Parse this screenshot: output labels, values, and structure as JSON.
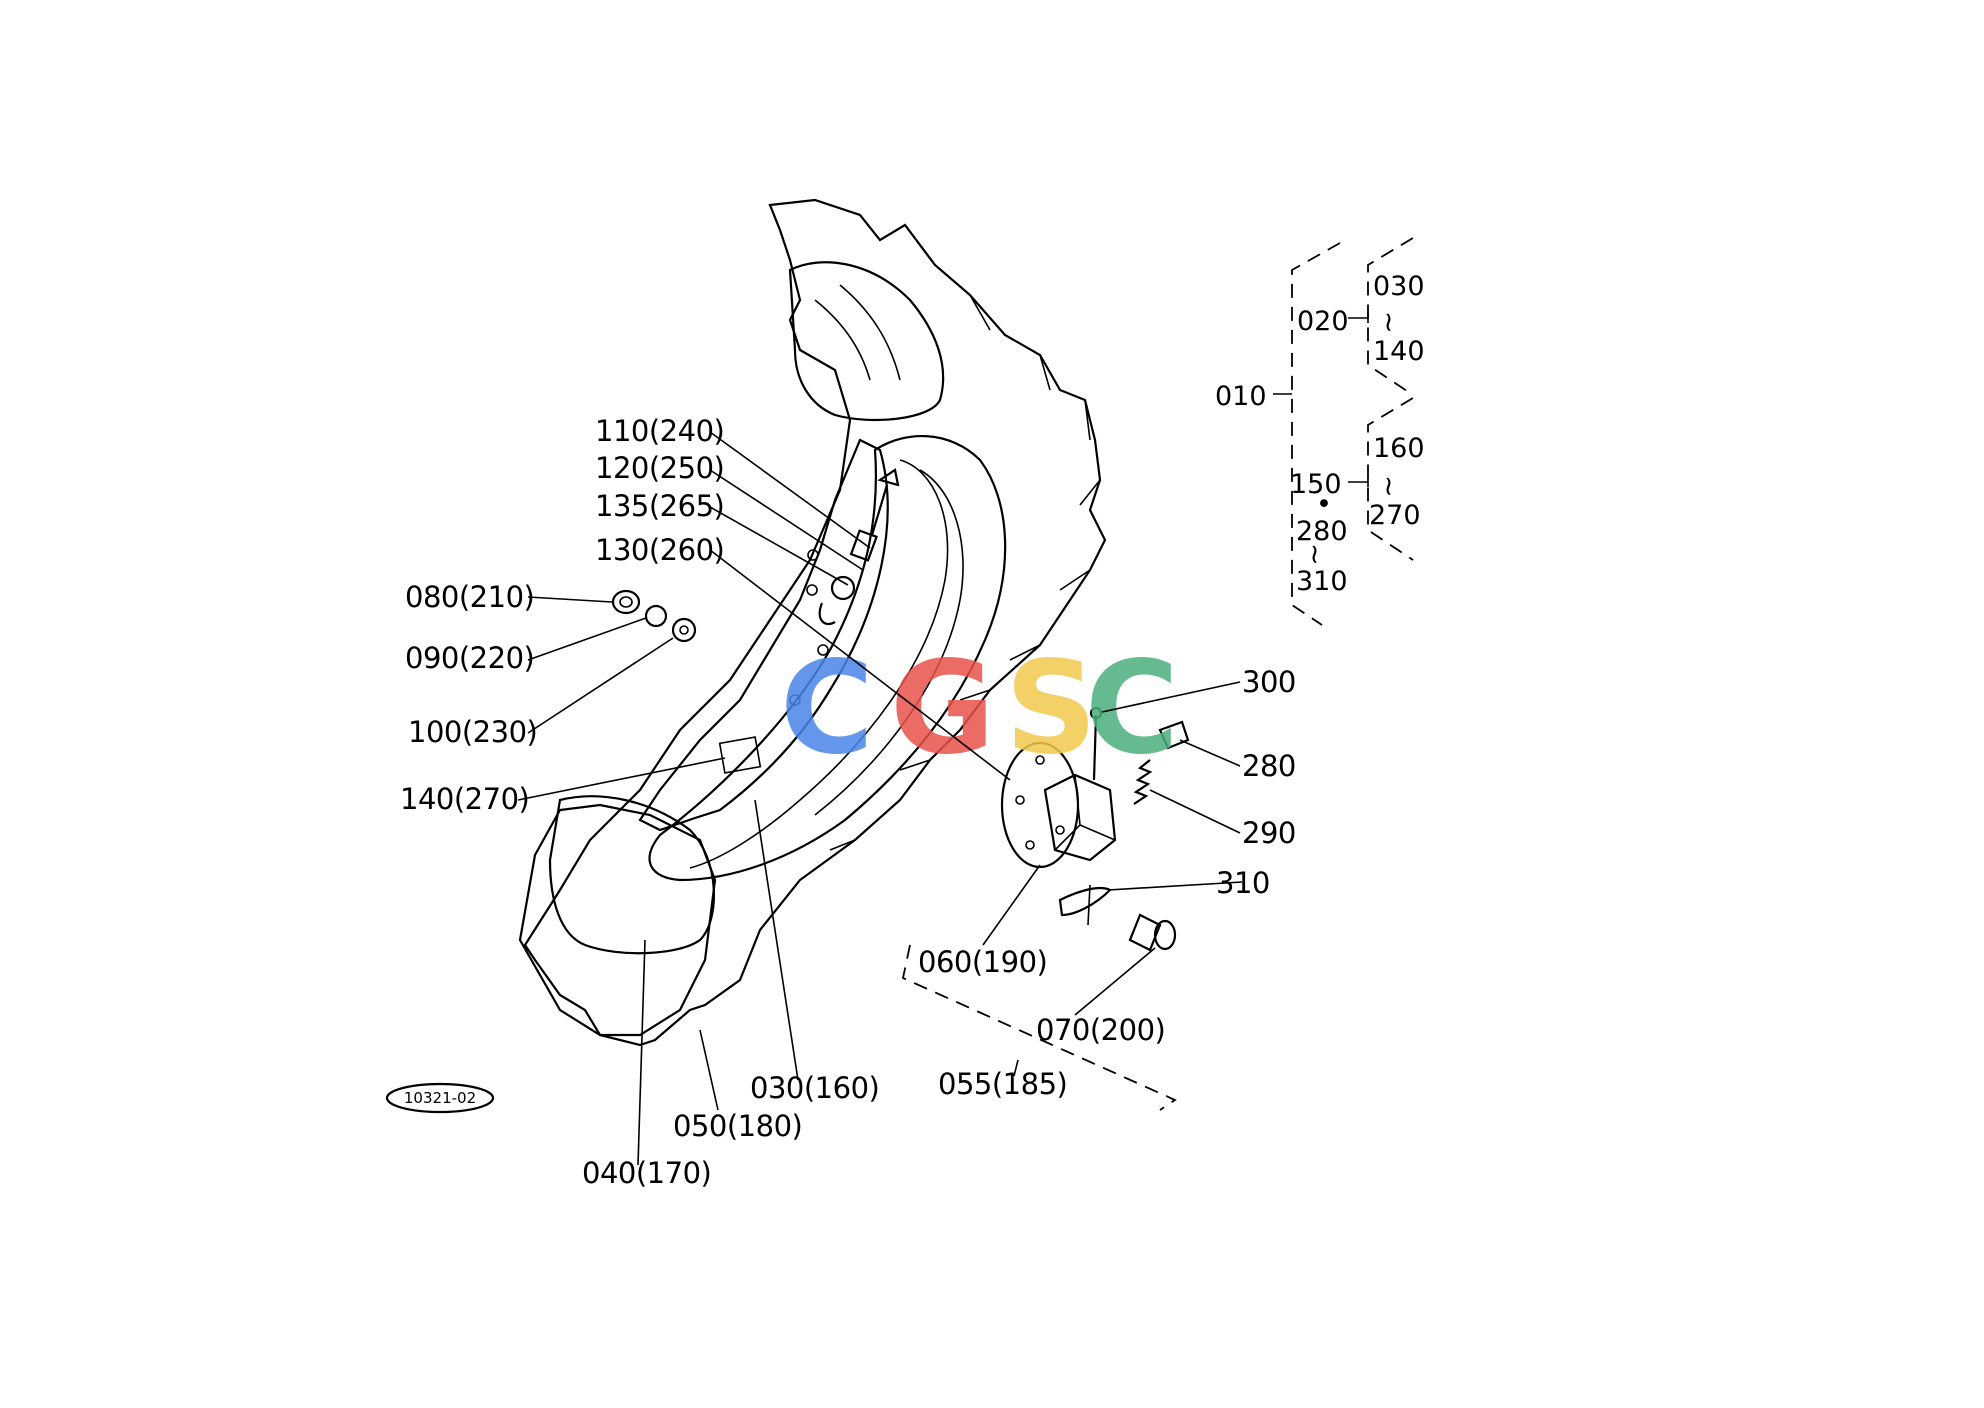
{
  "diagram": {
    "figure_code": "10321-02",
    "callouts": {
      "c110": "110(240)",
      "c120": "120(250)",
      "c135": "135(265)",
      "c130": "130(260)",
      "c080": "080(210)",
      "c090": "090(220)",
      "c100": "100(230)",
      "c140": "140(270)",
      "c300": "300",
      "c280": "280",
      "c290": "290",
      "c310": "310",
      "c060": "060(190)",
      "c070": "070(200)",
      "c055": "055(185)",
      "c030": "030(160)",
      "c050": "050(180)",
      "c040": "040(170)"
    },
    "tree": {
      "n010": "010",
      "n020": "020",
      "n030": "030",
      "n140": "140",
      "n150": "150",
      "n160": "160",
      "n270": "270",
      "n280": "280",
      "n310": "310",
      "tilde": "~",
      "dot": "•"
    },
    "watermark": {
      "letters": [
        "C",
        "G",
        "S",
        "C"
      ],
      "colors": [
        "#4a86e8",
        "#e8534a",
        "#f2c94c",
        "#4caf7d"
      ]
    }
  }
}
